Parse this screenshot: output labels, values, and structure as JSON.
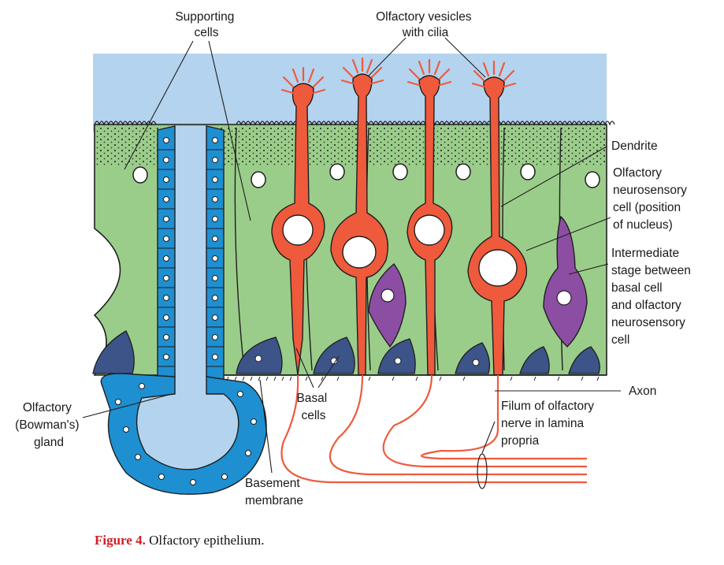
{
  "diagram": {
    "labels": {
      "supporting_cells": [
        "Supporting",
        "cells"
      ],
      "olfactory_vesicles": [
        "Olfactory vesicles",
        "with cilia"
      ],
      "dendrite": [
        "Dendrite"
      ],
      "neurosensory_cell": [
        "Olfactory",
        "neurosensory",
        "cell (position",
        "of nucleus)"
      ],
      "intermediate_stage": [
        "Intermediate",
        "stage between",
        "basal cell",
        "and olfactory",
        "neurosensory",
        "cell"
      ],
      "axon": [
        "Axon"
      ],
      "filum": [
        "Filum of olfactory",
        "nerve in lamina",
        "propria"
      ],
      "basal_cells": [
        "Basal",
        "cells"
      ],
      "basement_membrane": [
        "Basement",
        "membrane"
      ],
      "bowmans_gland": [
        "Olfactory",
        "(Bowman's)",
        "gland"
      ]
    },
    "colors": {
      "mucus": "#b4d3ee",
      "supporting_cell": "#9bcd8a",
      "neuron": "#ef5a3c",
      "gland_cell": "#1e8fd1",
      "basal_cell": "#3c5488",
      "intermediate_cell": "#8c4ea3",
      "outline": "#1f1f1f"
    }
  },
  "caption": {
    "lead": "Figure 4.",
    "text": " Olfactory epithelium."
  }
}
